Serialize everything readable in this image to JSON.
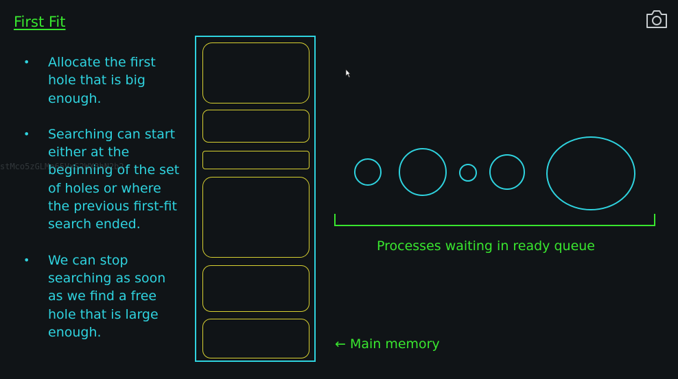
{
  "title": "First Fit",
  "bullets": [
    {
      "text": "Allocate the first\nhole that is big\nenough."
    },
    {
      "text": "Searching can start\neither at the\nbeginning of the set\nof holes or where\nthe previous first-fit\nsearch ended."
    },
    {
      "text": "We can stop\nsearching as soon\nas we find a free\nhole that is large\nenough."
    }
  ],
  "bullet_symbol": "•",
  "watermark": "stMco5zGLMn65VxS2WX3hN2b2",
  "labels": {
    "queue": "Processes waiting in ready queue",
    "memory": "← Main memory"
  },
  "colors": {
    "background": "#101417",
    "cyan": "#2fd3df",
    "green": "#39e62f",
    "yellow": "#d9d232"
  },
  "icons": {
    "camera": "camera-icon",
    "cursor": "mouse-pointer-icon"
  }
}
